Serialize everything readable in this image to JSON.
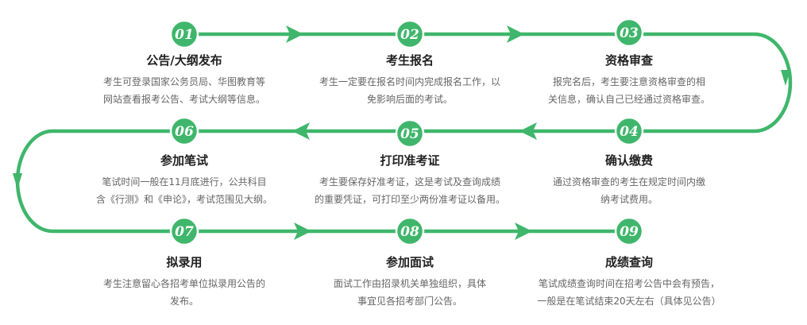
{
  "accent_color": "#3fb66b",
  "steps": [
    {
      "num": "01",
      "title": "公告/大纲发布",
      "desc": [
        "考生可登录国家公务员局、华图教育等",
        "网站查看报考公告、考试大纲等信息。"
      ]
    },
    {
      "num": "02",
      "title": "考生报名",
      "desc": [
        "考生一定要在报名时间内完成报名工作，以",
        "免影响后面的考试。"
      ]
    },
    {
      "num": "03",
      "title": "资格审查",
      "desc": [
        "报完名后，考生要注意资格审查的相",
        "关信息，确认自己已经通过资格审查。"
      ]
    },
    {
      "num": "04",
      "title": "确认缴费",
      "desc": [
        "通过资格审查的考生在规定时间内缴",
        "纳考试费用。"
      ]
    },
    {
      "num": "05",
      "title": "打印准考证",
      "desc": [
        "考生要保存好准考证，这是考试及查询成绩",
        "的重要凭证，可打印至少两份准考证以备用。"
      ]
    },
    {
      "num": "06",
      "title": "参加笔试",
      "desc": [
        "笔试时间一般在11月底进行，公共科目",
        "含《行测》和《申论》，考试范围见大纲。"
      ]
    },
    {
      "num": "07",
      "title": "拟录用",
      "desc": [
        "考生注意留心各招考单位拟录用公告的",
        "发布。"
      ]
    },
    {
      "num": "08",
      "title": "参加面试",
      "desc": [
        "面试工作由招录机关单独组织，具体",
        "事宜见各招考部门公告。"
      ]
    },
    {
      "num": "09",
      "title": "成绩查询",
      "desc": [
        "笔试成绩查询时间在招考公告中会有预告，",
        "一般是在笔试结束20天左右（具体见公告）"
      ]
    }
  ]
}
